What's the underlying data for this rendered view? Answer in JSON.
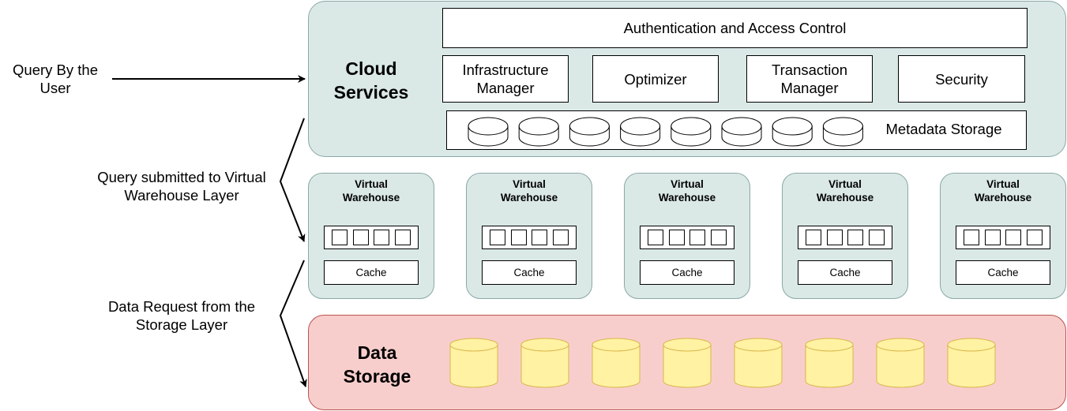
{
  "cloud_services": {
    "title": "Cloud\nServices",
    "auth": "Authentication and Access Control",
    "services": [
      {
        "label": "Infrastructure Manager"
      },
      {
        "label": "Optimizer"
      },
      {
        "label": "Transaction Manager"
      },
      {
        "label": "Security"
      }
    ],
    "metadata_label": "Metadata Storage",
    "metadata_disk_count": 8
  },
  "virtual_warehouses": [
    {
      "title": "Virtual\nWarehouse",
      "cache": "Cache"
    },
    {
      "title": "Virtual\nWarehouse",
      "cache": "Cache"
    },
    {
      "title": "Virtual\nWarehouse",
      "cache": "Cache"
    },
    {
      "title": "Virtual\nWarehouse",
      "cache": "Cache"
    },
    {
      "title": "Virtual\nWarehouse",
      "cache": "Cache"
    }
  ],
  "warehouse_slot_count": 4,
  "data_storage": {
    "title": "Data\nStorage",
    "cylinder_count": 8
  },
  "annotations": {
    "query_user": "Query By the User",
    "query_submitted": "Query submitted to Virtual Warehouse Layer",
    "data_request": "Data Request from the Storage Layer"
  },
  "colors": {
    "cloud_fill": "#dae8e6",
    "cloud_stroke": "#8aa9a6",
    "storage_fill": "#f8cecc",
    "storage_stroke": "#b85450",
    "cylinder_fill": "#fff2a3",
    "cylinder_stroke": "#d9b64a"
  }
}
